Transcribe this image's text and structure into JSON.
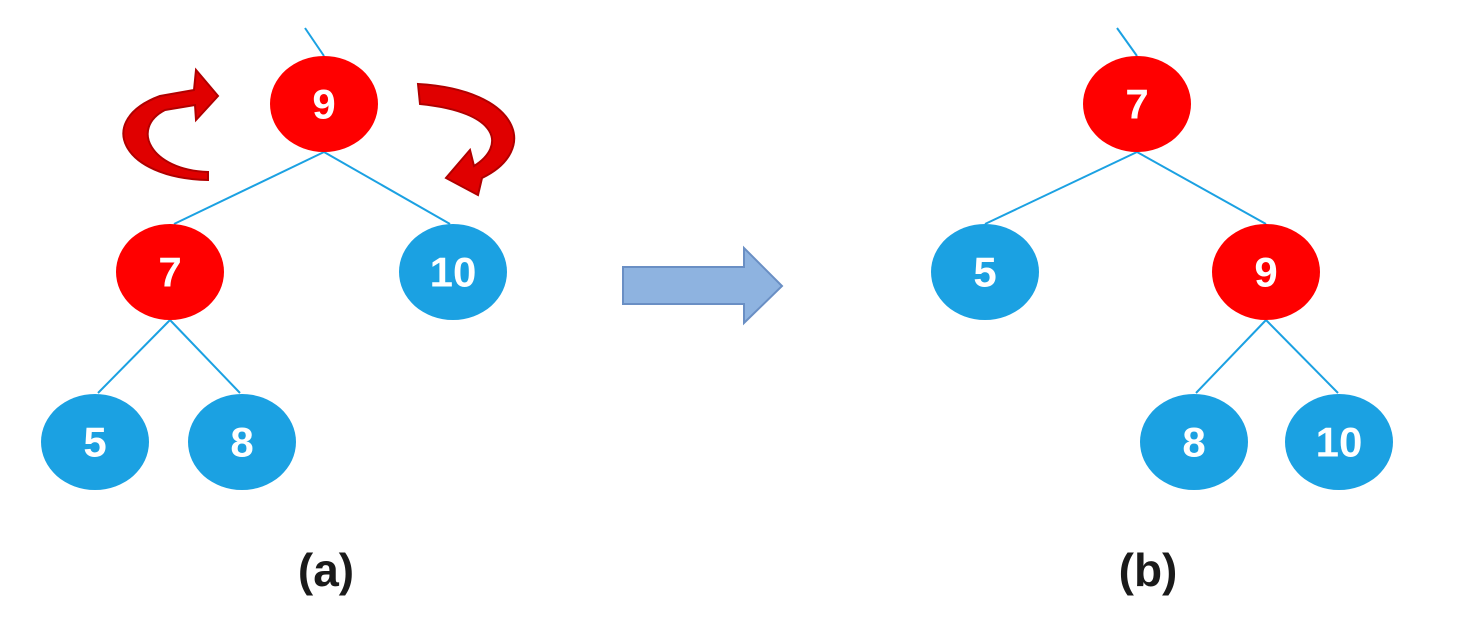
{
  "colors": {
    "red_node": "#ff0000",
    "blue_node": "#1ba1e2",
    "edge": "#1ba1e2",
    "rotate_arrow": "#e00000",
    "transition_arrow": "#8eb3e0",
    "transition_arrow_border": "#6a8fc4",
    "node_text": "#ffffff",
    "caption": "#1a1a1a"
  },
  "panel_a": {
    "caption": "(a)",
    "nodes": [
      {
        "id": "a9",
        "label": "9",
        "color": "red"
      },
      {
        "id": "a7",
        "label": "7",
        "color": "red"
      },
      {
        "id": "a10",
        "label": "10",
        "color": "blue"
      },
      {
        "id": "a5",
        "label": "5",
        "color": "blue"
      },
      {
        "id": "a8",
        "label": "8",
        "color": "blue"
      }
    ],
    "rotation_arrows": [
      "rotate-left-arrow-icon",
      "rotate-right-arrow-icon"
    ]
  },
  "panel_b": {
    "caption": "(b)",
    "nodes": [
      {
        "id": "b7",
        "label": "7",
        "color": "red"
      },
      {
        "id": "b5",
        "label": "5",
        "color": "blue"
      },
      {
        "id": "b9",
        "label": "9",
        "color": "red"
      },
      {
        "id": "b8",
        "label": "8",
        "color": "blue"
      },
      {
        "id": "b10",
        "label": "10",
        "color": "blue"
      }
    ]
  },
  "transition_icon": "right-arrow-icon"
}
